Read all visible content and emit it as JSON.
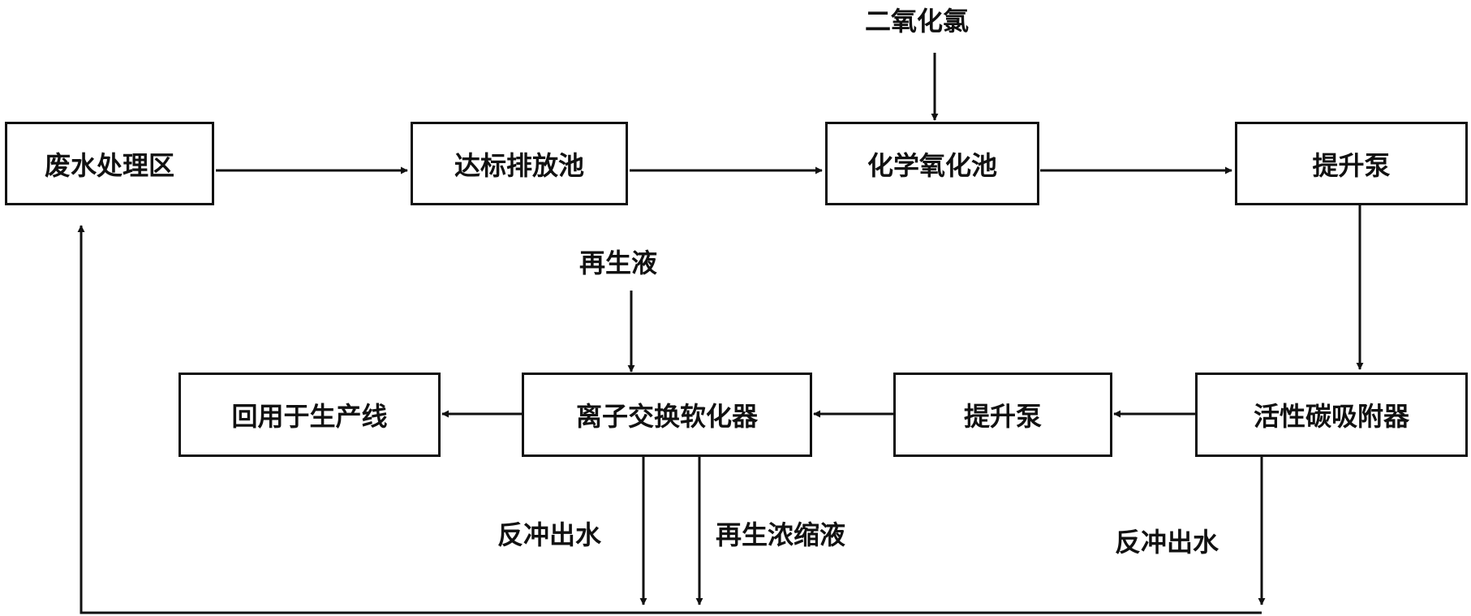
{
  "nodes": {
    "wastewater_area": "废水处理区",
    "discharge_pool": "达标排放池",
    "chemical_oxidation_pool": "化学氧化池",
    "lift_pump_1": "提升泵",
    "activated_carbon_adsorber": "活性碳吸附器",
    "lift_pump_2": "提升泵",
    "ion_exchange_softener": "离子交换软化器",
    "reuse_production_line": "回用于生产线"
  },
  "inputs": {
    "chlorine_dioxide": "二氧化氯",
    "regeneration_liquid": "再生液"
  },
  "edge_labels": {
    "backwash_outflow_ion": "反冲出水",
    "regeneration_concentrate": "再生浓缩液",
    "backwash_outflow_carbon": "反冲出水"
  }
}
